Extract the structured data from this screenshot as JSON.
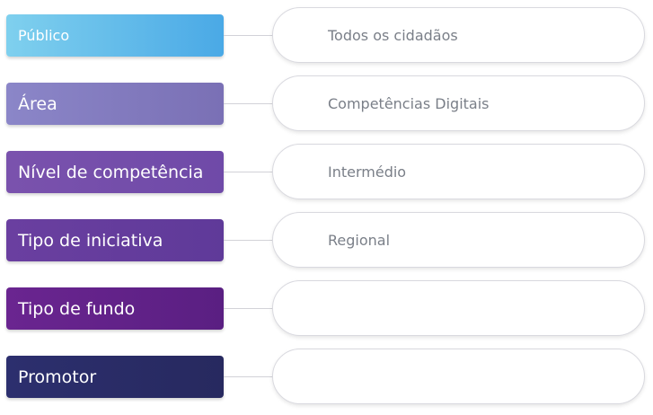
{
  "rows": [
    {
      "label": "Público",
      "value": "Todos os cidadãos",
      "color_from": "#7fd0ee",
      "color_to": "#4aa9e6"
    },
    {
      "label": "Área",
      "value": "Competências Digitais",
      "color_from": "#8b86c8",
      "color_to": "#7a70b5"
    },
    {
      "label": "Nível de competência",
      "value": "Intermédio",
      "color_from": "#7a52ad",
      "color_to": "#6f4aa8"
    },
    {
      "label": "Tipo de iniciativa",
      "value": "Regional",
      "color_from": "#6a3fa0",
      "color_to": "#5f3a99"
    },
    {
      "label": "Tipo de fundo",
      "value": "",
      "color_from": "#6a2590",
      "color_to": "#5a1f82"
    },
    {
      "label": "Promotor",
      "value": "",
      "color_from": "#2c2f6e",
      "color_to": "#27295f"
    }
  ]
}
